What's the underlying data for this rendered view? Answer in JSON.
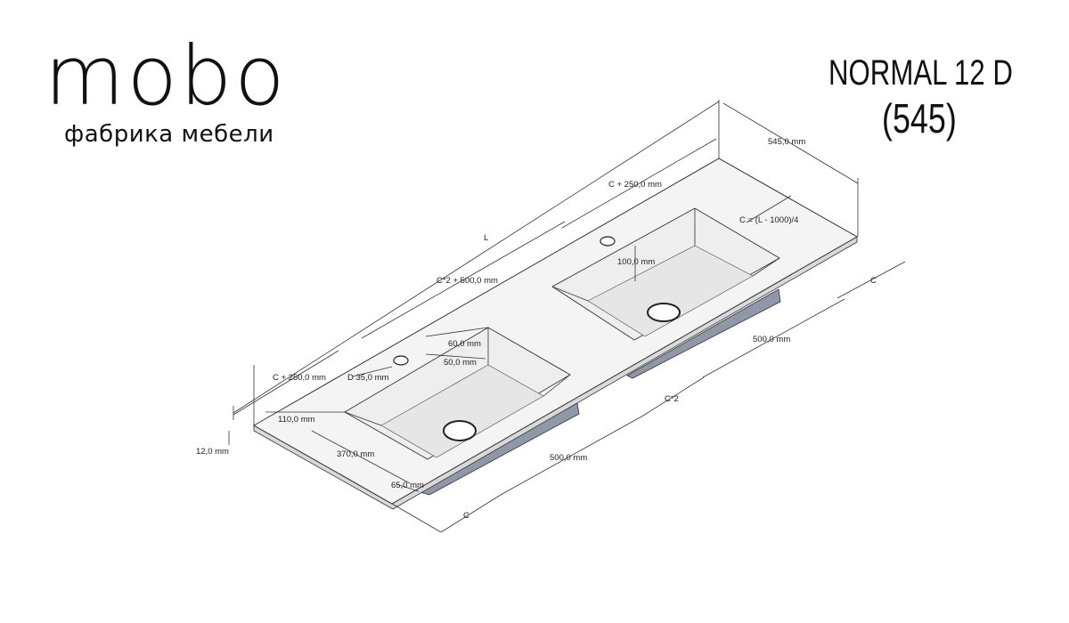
{
  "brand": {
    "logo": "mobo",
    "tagline": "фабрика мебели"
  },
  "product": {
    "model": "NORMAL 12 D",
    "size": "(545)"
  },
  "dimensions": {
    "depth": "545,0 mm",
    "c_right": "C + 250,0 mm",
    "c_formula": "C = (L - 1000)/4",
    "length": "L",
    "inner_100": "100,0 mm",
    "center": "C*2 + 500,0 mm",
    "c_label_right": "C",
    "basin_right": "500,0 mm",
    "dim_60": "60,0 mm",
    "dim_50": "50,0 mm",
    "c_left": "C + 250,0 mm",
    "hole": "D 35,0 mm",
    "c2": "C*2",
    "dim_110": "110,0 mm",
    "thickness": "12,0 mm",
    "dim_370": "370,0 mm",
    "basin_left": "500,0 mm",
    "dim_65": "65,0 mm",
    "c_label_bottom": "C"
  },
  "colors": {
    "line": "#333333",
    "top": "#f4f4f4",
    "basin": "#ececec",
    "shadow": "#8e98a6"
  }
}
